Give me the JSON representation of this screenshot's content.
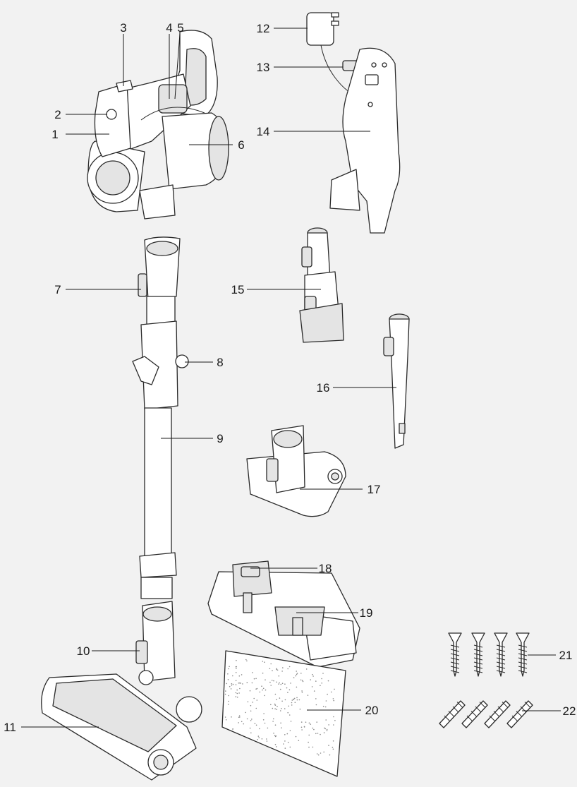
{
  "labels": [
    {
      "num": "1"
    },
    {
      "num": "2"
    },
    {
      "num": "3"
    },
    {
      "num": "4"
    },
    {
      "num": "5"
    },
    {
      "num": "6"
    },
    {
      "num": "7"
    },
    {
      "num": "8"
    },
    {
      "num": "9"
    },
    {
      "num": "10"
    },
    {
      "num": "11"
    },
    {
      "num": "12"
    },
    {
      "num": "13"
    },
    {
      "num": "14"
    },
    {
      "num": "15"
    },
    {
      "num": "16"
    },
    {
      "num": "17"
    },
    {
      "num": "18"
    },
    {
      "num": "19"
    },
    {
      "num": "20"
    },
    {
      "num": "21"
    },
    {
      "num": "22"
    }
  ],
  "colors": {
    "background": "#f2f2f2",
    "line": "#2a2a2a",
    "fill": "#ffffff"
  }
}
